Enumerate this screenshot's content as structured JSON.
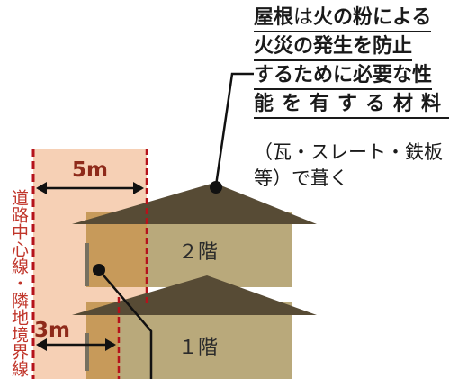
{
  "roof_note": {
    "line1_a": "屋根",
    "line1_b": "は",
    "line1_c": "火の粉による",
    "line2": "火災の発生を防止",
    "line3": "するために必要な性",
    "line4": "能を有する材料",
    "line5": "（瓦・スレート・鉄板",
    "line6": "等）で葺く"
  },
  "boundary_label": "道路中心線・隣地境界線",
  "distances": {
    "upper": "5m",
    "lower": "3m"
  },
  "floors": {
    "second": "２階",
    "first": "１階"
  },
  "colors": {
    "fire_zone_fill": "#f6d0b5",
    "boundary_line": "#b5121b",
    "wall": "#b9a97b",
    "roof": "#574b35",
    "label_red": "#c0352a"
  }
}
